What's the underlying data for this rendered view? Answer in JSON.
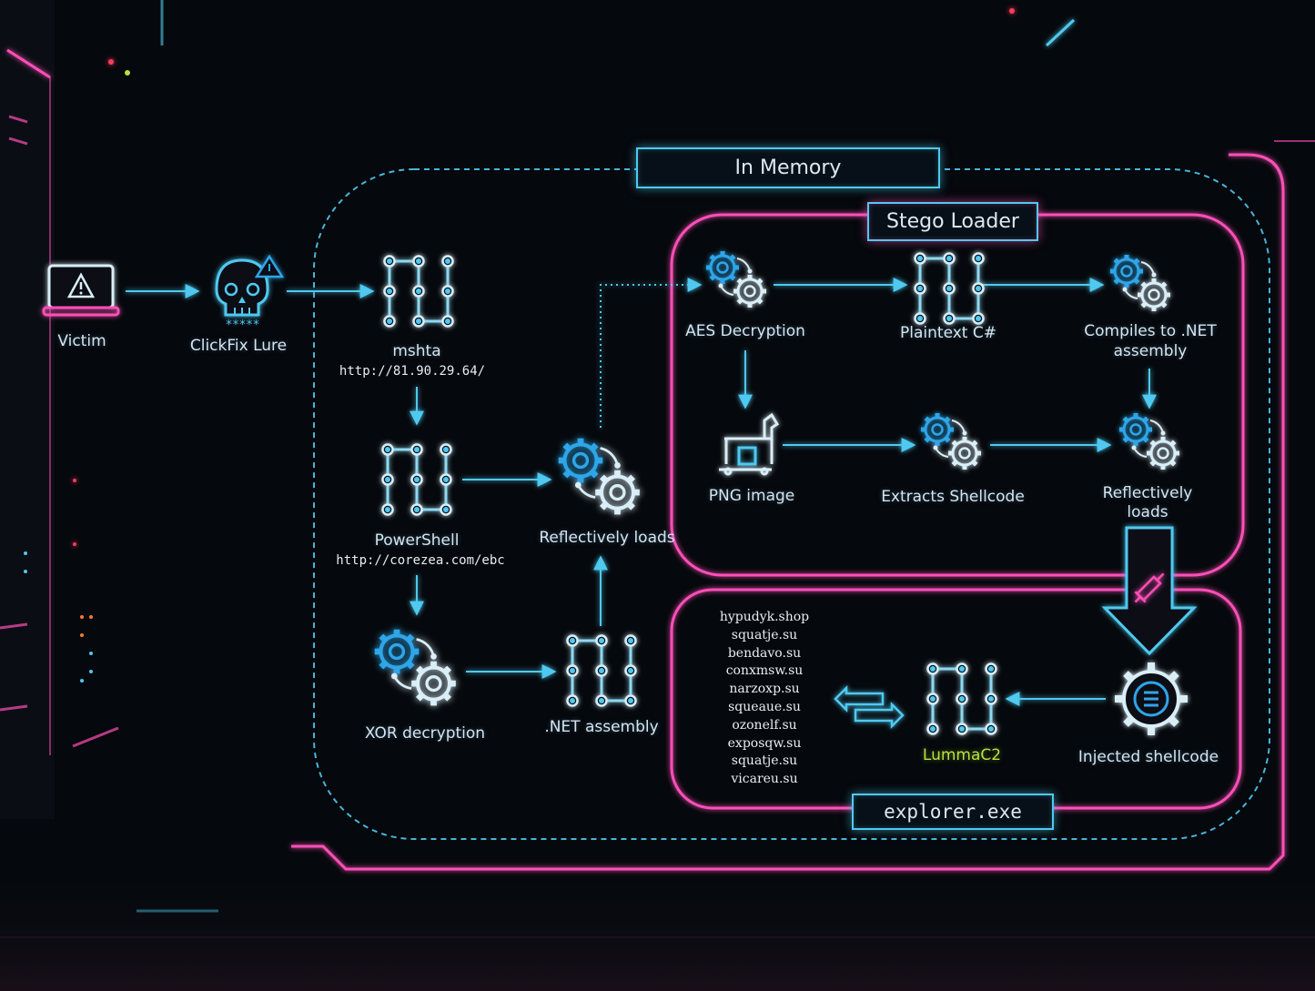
{
  "containers": {
    "in_memory": "In Memory",
    "stego_loader": "Stego Loader",
    "host_process": "explorer.exe"
  },
  "nodes": {
    "victim": "Victim",
    "clickfix": "ClickFix Lure",
    "clickfix_stars": "*****",
    "mshta": "mshta",
    "mshta_url": "http://81.90.29.64/",
    "powershell": "PowerShell",
    "powershell_url": "http://corezea.com/ebc",
    "xor": "XOR decryption",
    "dotnet": ".NET assembly",
    "reflect_left": "Reflectively loads",
    "aes": "AES Decryption",
    "plaintext": "Plaintext C#",
    "compiles": [
      "Compiles to .NET",
      "assembly"
    ],
    "png": "PNG image",
    "extracts": "Extracts Shellcode",
    "reflect_right": [
      "Reflectively",
      "loads"
    ],
    "lumma": "LummaC2",
    "injected": "Injected shellcode"
  },
  "c2_domains": [
    "hypudyk.shop",
    "squatje.su",
    "bendavo.su",
    "conxmsw.su",
    "narzoxp.su",
    "squeaue.su",
    "ozonelf.su",
    "exposqw.su",
    "squatje.su",
    "vicareu.su"
  ],
  "colors": {
    "cyan": "#4fc9f0",
    "pink": "#ff4fb8",
    "lime": "#b7e43a",
    "text": "#d6e4ee"
  },
  "icons": [
    "laptop-warning-icon",
    "skull-icon",
    "workflow-icon",
    "gears-icon",
    "trojan-horse-icon",
    "syringe-icon",
    "gear-shellcode-icon",
    "bidirectional-arrows-icon"
  ]
}
